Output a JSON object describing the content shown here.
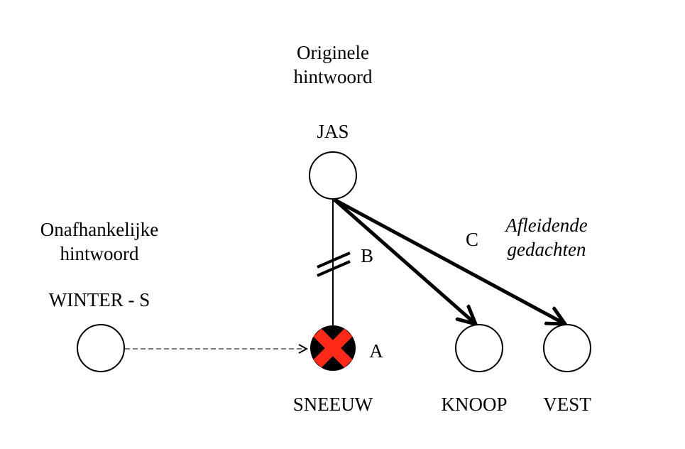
{
  "diagram": {
    "original_cue": {
      "heading": [
        "Originele",
        "hintwoord"
      ],
      "word": "JAS"
    },
    "independent_cue": {
      "heading": [
        "Onafhankelijke",
        "hintwoord"
      ],
      "word": "WINTER - S"
    },
    "target": {
      "word": "SNEEUW",
      "marker": "A",
      "state": "blocked"
    },
    "competitors": [
      {
        "word": "KNOOP"
      },
      {
        "word": "VEST"
      }
    ],
    "link_labels": {
      "blocked_link": "B",
      "competitor_links": "C"
    },
    "annotation": [
      "Afleidende",
      "gedachten"
    ],
    "colors": {
      "line": "#000000",
      "blocked_fill": "#ff2a1a",
      "dashed_line": "#555555"
    }
  }
}
